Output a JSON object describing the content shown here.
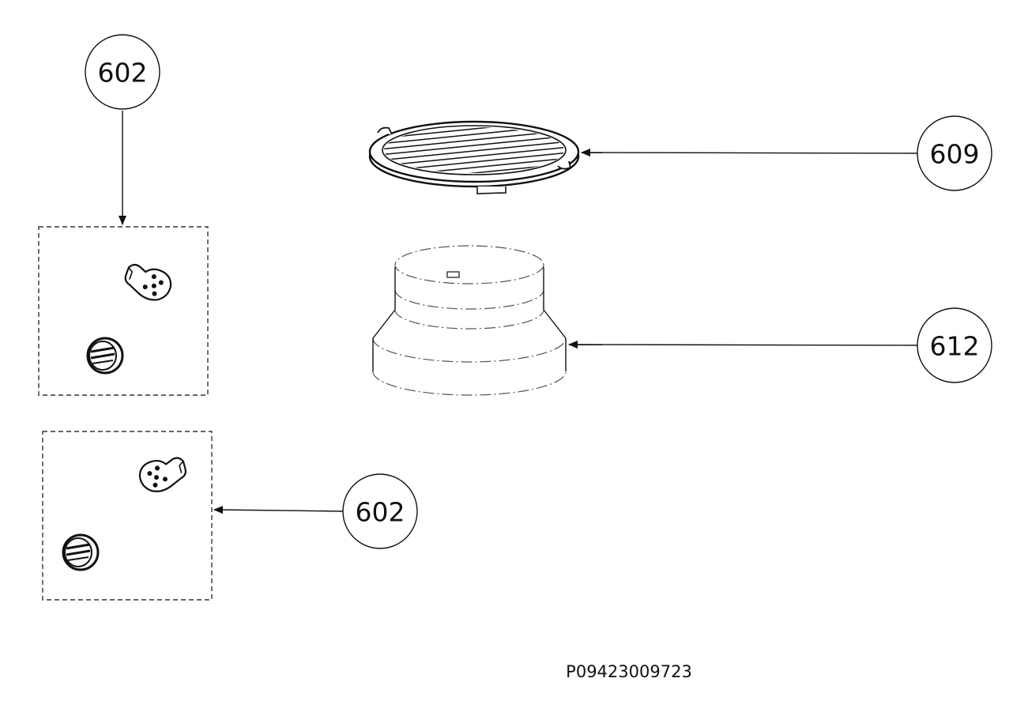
{
  "callouts": {
    "top_left": "602",
    "grille": "609",
    "reducer": "612",
    "bottom_left": "602"
  },
  "drawing_code": "P09423009723",
  "icons": [
    "hinge-clip-icon",
    "knob-cap-icon",
    "round-grille-icon",
    "duct-reducer-icon"
  ]
}
